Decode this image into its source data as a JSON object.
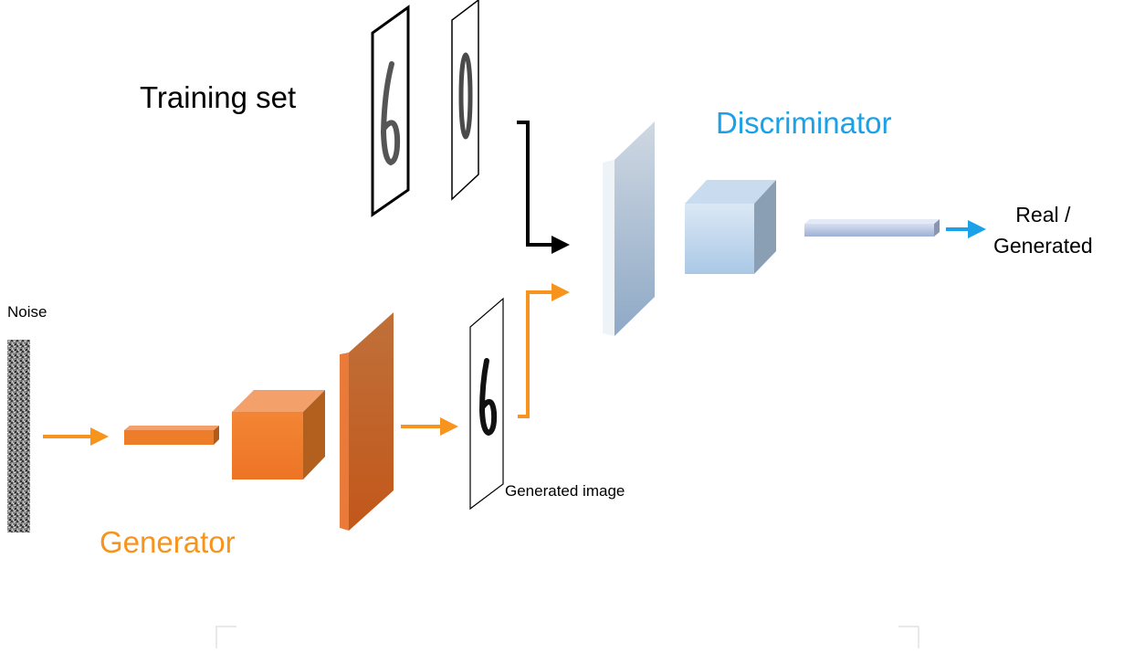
{
  "diagram": {
    "training_set_label": "Training set",
    "discriminator_label": "Discriminator",
    "generator_label": "Generator",
    "noise_label": "Noise",
    "generated_image_label": "Generated image",
    "output_label_line1": "Real /",
    "output_label_line2": "Generated",
    "colors": {
      "generator": "#f7941d",
      "generator_block": "#f07f2a",
      "discriminator": "#1ba1e8",
      "discriminator_block": "#a9c8e6",
      "real_path": "#000000"
    }
  }
}
